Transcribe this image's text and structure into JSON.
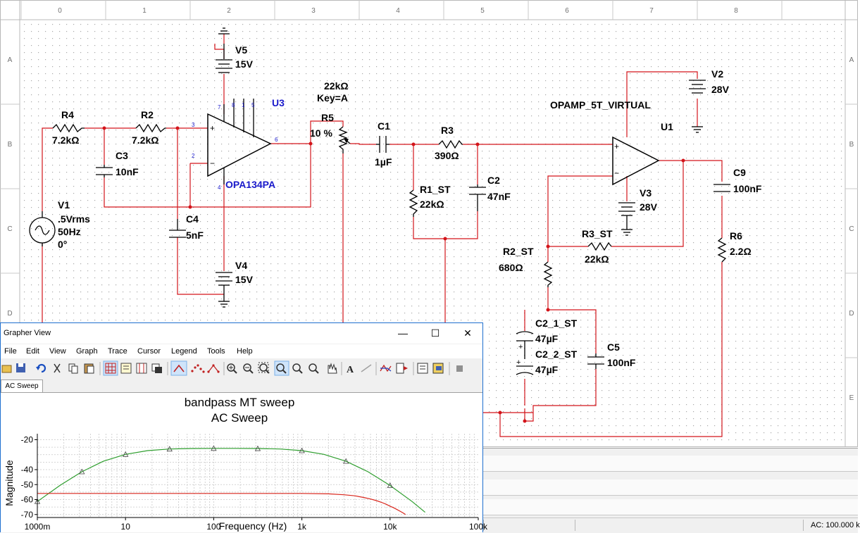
{
  "ruler": {
    "top": [
      "0",
      "1",
      "2",
      "3",
      "4",
      "5",
      "6",
      "7",
      "8"
    ],
    "side": [
      "A",
      "B",
      "C",
      "D",
      "E"
    ]
  },
  "schematic": {
    "u3": {
      "ref": "U3",
      "model": "OPA134PA"
    },
    "u1": {
      "ref": "U1",
      "model": "OPAMP_5T_VIRTUAL"
    },
    "v5": {
      "ref": "V5",
      "value": "15V"
    },
    "v4": {
      "ref": "V4",
      "value": "15V"
    },
    "v2": {
      "ref": "V2",
      "value": "28V"
    },
    "v3": {
      "ref": "V3",
      "value": "28V"
    },
    "v1": {
      "ref": "V1",
      "ampl": ".5Vrms",
      "freq": "50Hz",
      "phase": "0°"
    },
    "r4": {
      "ref": "R4",
      "value": "7.2kΩ"
    },
    "r2": {
      "ref": "R2",
      "value": "7.2kΩ"
    },
    "c3": {
      "ref": "C3",
      "value": "10nF"
    },
    "c4": {
      "ref": "C4",
      "value": "5nF"
    },
    "r5": {
      "ref": "R5",
      "value": "22kΩ",
      "key": "Key=A",
      "percent": "10 %"
    },
    "c1": {
      "ref": "C1",
      "value": "1µF"
    },
    "r3": {
      "ref": "R3",
      "value": "390Ω"
    },
    "c2": {
      "ref": "C2",
      "value": "47nF"
    },
    "r1st": {
      "ref": "R1_ST",
      "value": "22kΩ"
    },
    "r2st": {
      "ref": "R2_ST",
      "value": "680Ω"
    },
    "r3st": {
      "ref": "R3_ST",
      "value": "22kΩ"
    },
    "c21st": {
      "ref": "C2_1_ST",
      "value": "47µF"
    },
    "c22st": {
      "ref": "C2_2_ST",
      "value": "47µF"
    },
    "c5": {
      "ref": "C5",
      "value": "100nF"
    },
    "c9": {
      "ref": "C9",
      "value": "100nF"
    },
    "r6": {
      "ref": "R6",
      "value": "2.2Ω"
    },
    "pins": {
      "p3": "3",
      "p2": "2",
      "p6": "6",
      "p7": "7",
      "p4": "4",
      "p8": "8",
      "p1": "1",
      "p5": "5"
    }
  },
  "grapher": {
    "title": "Grapher View",
    "window_buttons": {
      "minimize": "—",
      "maximize": "☐",
      "close": "✕"
    },
    "menu": [
      "File",
      "Edit",
      "View",
      "Graph",
      "Trace",
      "Cursor",
      "Legend",
      "Tools",
      "Help"
    ],
    "tab": "AC Sweep"
  },
  "chart_data": {
    "type": "line",
    "title": "bandpass MT sweep",
    "subtitle": "AC Sweep",
    "xlabel": "Frequency (Hz)",
    "ylabel": "Magnitude",
    "xscale": "log",
    "xlim": [
      1,
      100000
    ],
    "ylim": [
      -72,
      -16
    ],
    "xticks": [
      1,
      10,
      100,
      1000,
      10000,
      100000
    ],
    "xtick_labels": [
      "1000m",
      "10",
      "100",
      "1k",
      "10k",
      "100k"
    ],
    "yticks": [
      -20,
      -40,
      -50,
      -60,
      -70
    ],
    "ytick_labels": [
      "-20",
      "-40",
      "-50",
      "-60",
      "-70"
    ],
    "grid": true,
    "series": [
      {
        "color": "#2e9e2e",
        "markers": true,
        "x": [
          1,
          1.8,
          3.2,
          5.6,
          10,
          17.8,
          31.6,
          56,
          100,
          178,
          316,
          562,
          1000,
          1778,
          3162,
          5623,
          10000,
          17783,
          25000
        ],
        "y": [
          -61.3,
          -50.6,
          -41.4,
          -34.4,
          -29.8,
          -27.3,
          -26.2,
          -25.9,
          -25.8,
          -25.8,
          -25.9,
          -26.2,
          -27.3,
          -29.8,
          -34.4,
          -41.4,
          -50.6,
          -61.3,
          -68.5
        ]
      },
      {
        "color": "#d9261c",
        "markers": false,
        "x": [
          1,
          10,
          100,
          1000,
          2000,
          3000,
          4000,
          5000,
          6000,
          7000,
          8000,
          9000,
          10000,
          11000,
          12000,
          13000,
          14000,
          15000
        ],
        "y": [
          -55.9,
          -55.9,
          -55.9,
          -55.9,
          -56.2,
          -56.8,
          -57.5,
          -58.6,
          -59.6,
          -60.7,
          -61.9,
          -63.1,
          -64.4,
          -65.5,
          -66.7,
          -67.8,
          -68.9,
          -70.0
        ]
      }
    ],
    "marker_x": [
      1,
      3.2,
      10,
      31.6,
      100,
      316,
      1000,
      3162,
      10000
    ]
  },
  "statusbar": {
    "ac": "AC: 100.000 k"
  },
  "colors": {
    "wire": "#d3141a",
    "blue_label": "#1a1acb",
    "component": "#000000",
    "grid_dot": "#a0a0a0"
  }
}
